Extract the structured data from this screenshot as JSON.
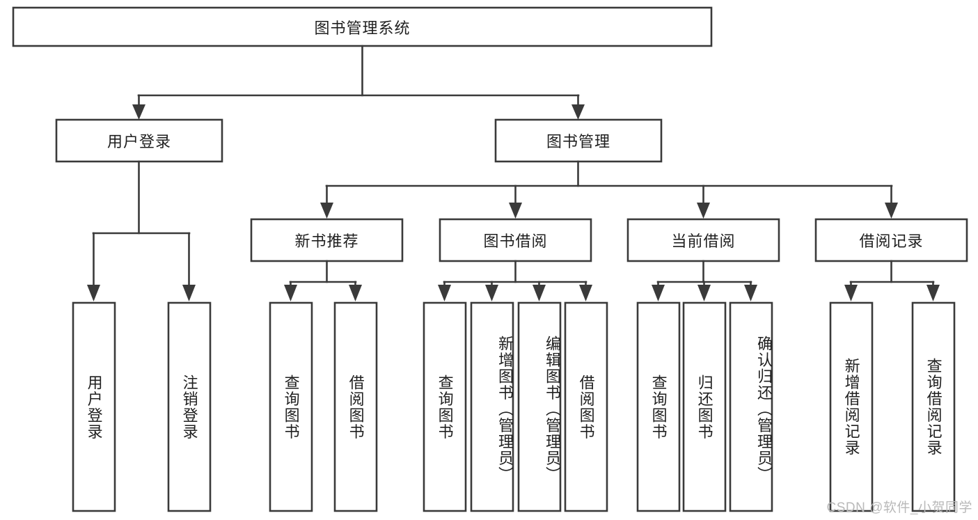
{
  "diagram": {
    "type": "tree",
    "title": "图书管理系统",
    "watermark": "CSDN @软件_小贺同学",
    "colors": {
      "background": "#ffffff",
      "stroke": "#3a3a3a",
      "text": "#1f1f1f",
      "watermark": "#b9b9b9"
    },
    "nodes": {
      "root": {
        "label": "图书管理系统"
      },
      "level2": [
        {
          "id": "user-login",
          "label": "用户登录"
        },
        {
          "id": "book-management",
          "label": "图书管理"
        }
      ],
      "level3": [
        {
          "id": "new-book-recommend",
          "label": "新书推荐"
        },
        {
          "id": "book-borrow",
          "label": "图书借阅"
        },
        {
          "id": "current-borrow",
          "label": "当前借阅"
        },
        {
          "id": "borrow-record",
          "label": "借阅记录"
        }
      ],
      "leaves": {
        "user_login": [
          {
            "id": "leaf-user-login",
            "label": "用户登录"
          },
          {
            "id": "leaf-logout-login",
            "label": "注销登录"
          }
        ],
        "new_book_recommend": [
          {
            "id": "leaf-query-book-1",
            "label": "查询图书"
          },
          {
            "id": "leaf-borrow-book-1",
            "label": "借阅图书"
          }
        ],
        "book_borrow": [
          {
            "id": "leaf-query-book-2",
            "label": "查询图书"
          },
          {
            "id": "leaf-add-book",
            "label": "新增图书（管理员）"
          },
          {
            "id": "leaf-edit-book",
            "label": "编辑图书（管理员）"
          },
          {
            "id": "leaf-borrow-book-2",
            "label": "借阅图书"
          }
        ],
        "current_borrow": [
          {
            "id": "leaf-query-book-3",
            "label": "查询图书"
          },
          {
            "id": "leaf-return-book",
            "label": "归还图书"
          },
          {
            "id": "leaf-confirm-return",
            "label": "确认归还（管理员）"
          }
        ],
        "borrow_record": [
          {
            "id": "leaf-add-record",
            "label": "新增借阅记录"
          },
          {
            "id": "leaf-query-record",
            "label": "查询借阅记录"
          }
        ]
      }
    }
  }
}
